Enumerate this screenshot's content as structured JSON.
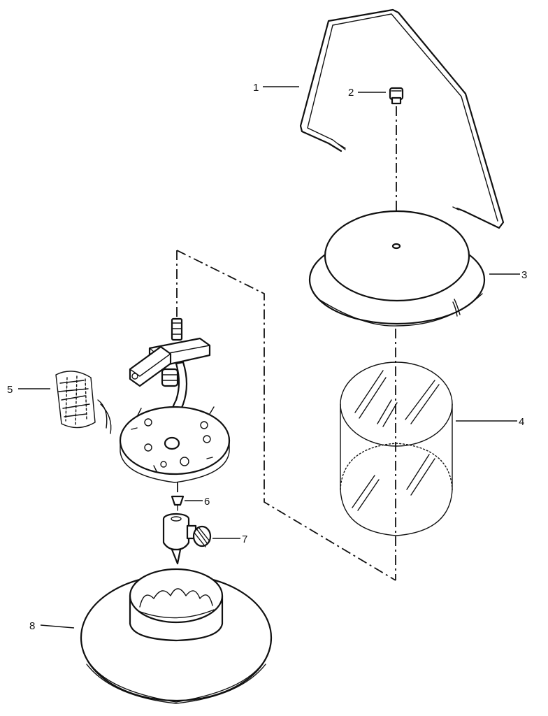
{
  "parts": [
    {
      "number": "1",
      "icon": "bail-handle-icon"
    },
    {
      "number": "2",
      "icon": "top-nut-icon"
    },
    {
      "number": "3",
      "icon": "ventilator-cap-icon"
    },
    {
      "number": "4",
      "icon": "glass-globe-icon"
    },
    {
      "number": "5",
      "icon": "mantle-icon"
    },
    {
      "number": "6",
      "icon": "generator-tip-icon"
    },
    {
      "number": "7",
      "icon": "valve-assembly-icon"
    },
    {
      "number": "8",
      "icon": "base-fount-icon"
    }
  ],
  "colors": {
    "ink": "#111111",
    "background": "#ffffff"
  }
}
